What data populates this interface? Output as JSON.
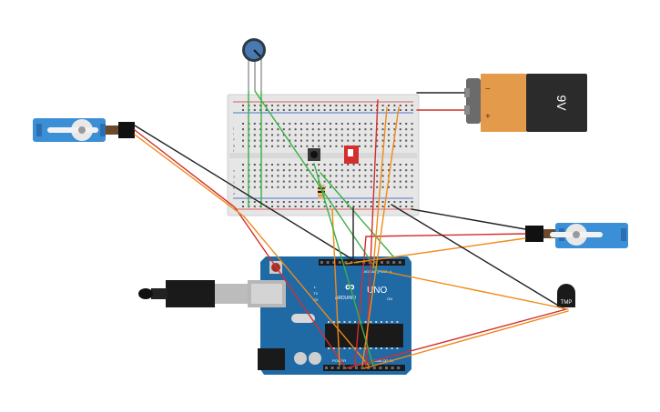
{
  "battery": {
    "label": "9V",
    "minus": "−",
    "plus": "+"
  },
  "arduino": {
    "logo": "ARDUINO",
    "model": "UNO",
    "digital_header": "DIGITAL (PWM ~)",
    "analog_header": "ANALOG IN",
    "power_header": "POWER",
    "led_labels": [
      "L",
      "TX",
      "RX"
    ],
    "on_label": "ON"
  },
  "sensor": {
    "label": "TMP"
  },
  "breadboard": {
    "row_letters": [
      "a",
      "b",
      "c",
      "d",
      "e",
      "f",
      "g",
      "h",
      "i",
      "j"
    ]
  },
  "colors": {
    "wire_red": "#d32f2f",
    "wire_black": "#222222",
    "wire_orange": "#ef8a17",
    "wire_green": "#3cb043",
    "arduino_blue": "#1f6aa5",
    "servo_blue": "#3b8fd6",
    "battery_orange": "#e39a4b",
    "battery_dark": "#2b2b2b",
    "breadboard": "#e9e9e9"
  },
  "components": [
    "potentiometer",
    "push-button",
    "slide-switch",
    "resistor",
    "servo-left",
    "servo-right",
    "temperature-sensor",
    "usb-cable"
  ]
}
